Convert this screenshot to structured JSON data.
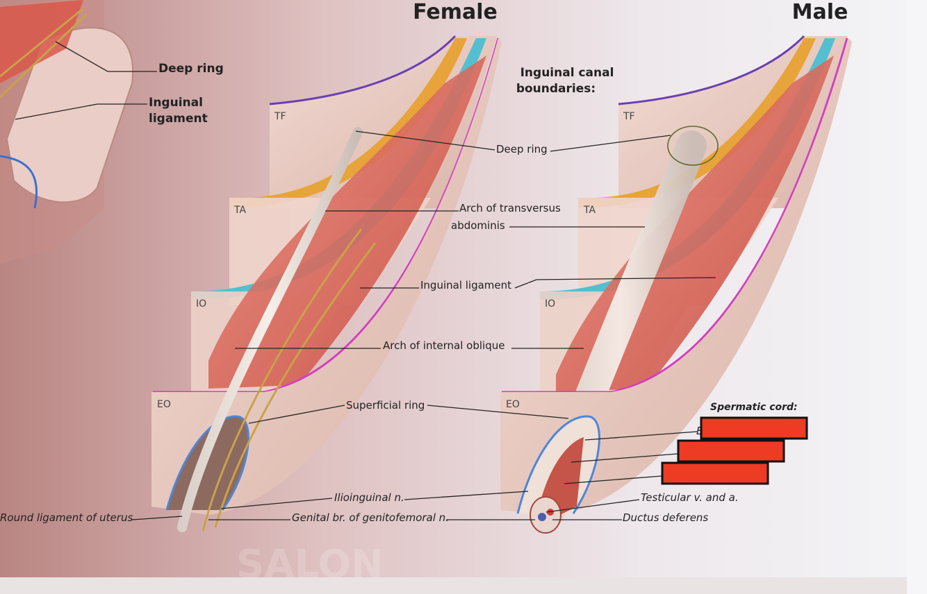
{
  "titles": {
    "female": "Female",
    "male": "Male"
  },
  "boundaries_heading": [
    "Inguinal canal",
    "boundaries:"
  ],
  "layers": {
    "tf": "TF",
    "ta": "TA",
    "io": "IO",
    "eo": "EO"
  },
  "left_panel": {
    "deep_ring": "Deep ring",
    "inguinal_ligament": [
      "Inguinal",
      "ligament"
    ]
  },
  "center_labels": {
    "deep_ring": "Deep ring",
    "arch_transversus": [
      "Arch of transversus",
      "abdominis"
    ],
    "inguinal_ligament": "Inguinal ligament",
    "arch_internal_oblique": "Arch of internal oblique",
    "superficial_ring": "Superficial ring"
  },
  "bottom_labels": {
    "ilioinguinal": "Ilioinguinal n.",
    "round_ligament": "Round ligament of uterus",
    "genital_branch": "Genital br. of genitofemoral n.",
    "testicular": "Testicular v. and a.",
    "ductus": "Ductus deferens"
  },
  "spermatic_cord": {
    "heading": "Spermatic cord:",
    "partial_letter": "E"
  },
  "watermark": "SALON",
  "colors": {
    "background": "#f1e9ea",
    "skin": "#e9cfc6",
    "muscle": "#e06a5c",
    "aponeurosis_orange": "#e7a43a",
    "fascia_teal": "#53bfd1",
    "border_magenta": "#d23fbf",
    "border_purple": "#6a3fb0",
    "ring_blue": "#4f86d6",
    "redaction": "#ee3b24"
  }
}
